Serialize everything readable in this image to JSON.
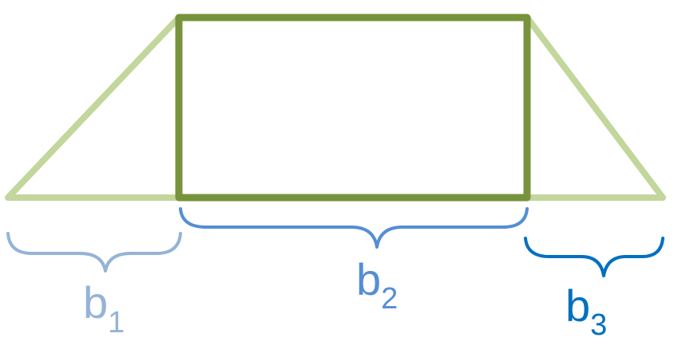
{
  "labels": {
    "b1": {
      "base": "b",
      "sub": "1"
    },
    "b2": {
      "base": "b",
      "sub": "2"
    },
    "b3": {
      "base": "b",
      "sub": "3"
    }
  },
  "colors": {
    "trapezoid": "#c3d69b",
    "rectangle": "#77933c",
    "b1": "#95b3d7",
    "b2": "#558ed5",
    "b3": "#0070c0"
  }
}
